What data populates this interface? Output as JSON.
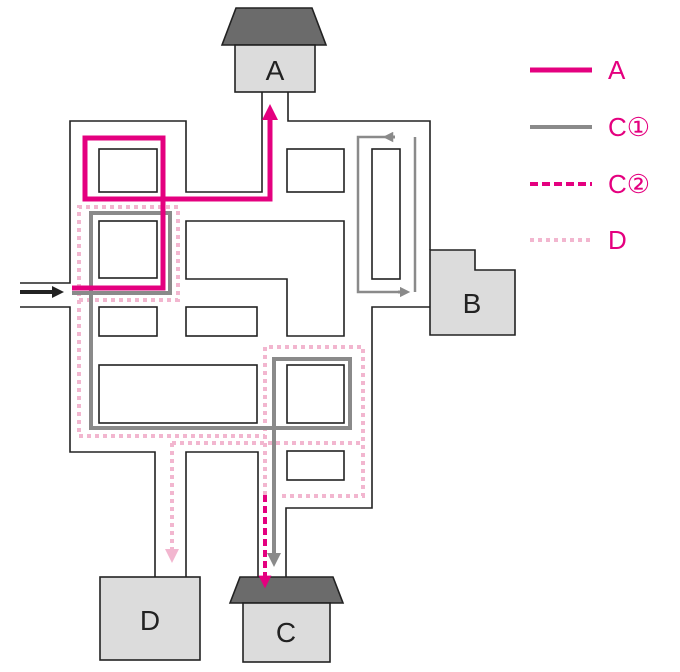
{
  "colors": {
    "route_a": "#e4007f",
    "route_c1": "#8a8a8a",
    "route_c2": "#e4007f",
    "route_d": "#f2b6cf",
    "building_fill": "#dcdcdc",
    "roof_fill": "#6b6b6b"
  },
  "buildings": {
    "a": "A",
    "b": "B",
    "c": "C",
    "d": "D"
  },
  "legend": [
    {
      "label": "A",
      "style": "solid-magenta"
    },
    {
      "label": "C①",
      "style": "solid-gray"
    },
    {
      "label": "C②",
      "style": "dashed-magenta"
    },
    {
      "label": "D",
      "style": "dotted-pink"
    }
  ]
}
